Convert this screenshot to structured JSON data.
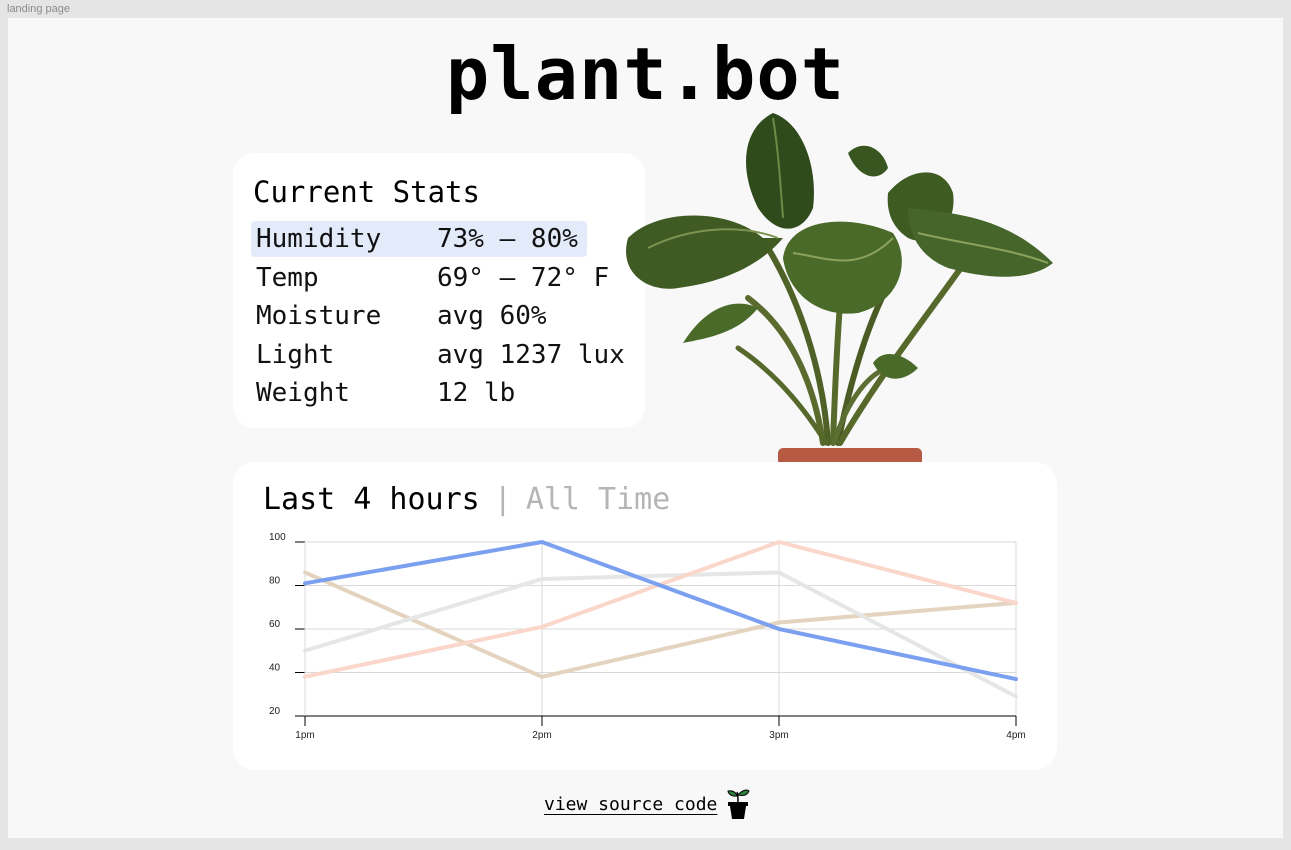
{
  "frame_label": "landing page",
  "title": "plant.bot",
  "stats": {
    "heading": "Current Stats",
    "rows": [
      {
        "label": "Humidity",
        "value": "73% — 80%"
      },
      {
        "label": "Temp",
        "value": "69° — 72° F"
      },
      {
        "label": "Moisture",
        "value": "avg 60%"
      },
      {
        "label": "Light",
        "value": "avg 1237 lux"
      },
      {
        "label": "Weight",
        "value": "12 lb"
      }
    ]
  },
  "tabs": {
    "active": "Last 4 hours",
    "separator": "|",
    "inactive": "All Time"
  },
  "chart_data": {
    "type": "line",
    "x": [
      "1pm",
      "2pm",
      "3pm",
      "4pm"
    ],
    "yticks": [
      20,
      40,
      60,
      80,
      100
    ],
    "ylim": [
      20,
      100
    ],
    "grid": true,
    "series": [
      {
        "values": [
          81,
          100,
          60,
          37
        ],
        "color": "#7ba0f0",
        "emphasis": true
      },
      {
        "values": [
          86,
          38,
          63,
          72
        ],
        "color": "#e4d4bf",
        "emphasis": false
      },
      {
        "values": [
          50,
          83,
          86,
          29
        ],
        "color": "#e6e6e6",
        "emphasis": false
      },
      {
        "values": [
          38,
          61,
          100,
          72
        ],
        "color": "#fad6cb",
        "emphasis": false
      }
    ]
  },
  "footer": {
    "link_label": "view source code",
    "icon": "potted-plant-icon"
  },
  "colors": {
    "pot": "#b65a44",
    "highlight": "#e3ebfb"
  }
}
